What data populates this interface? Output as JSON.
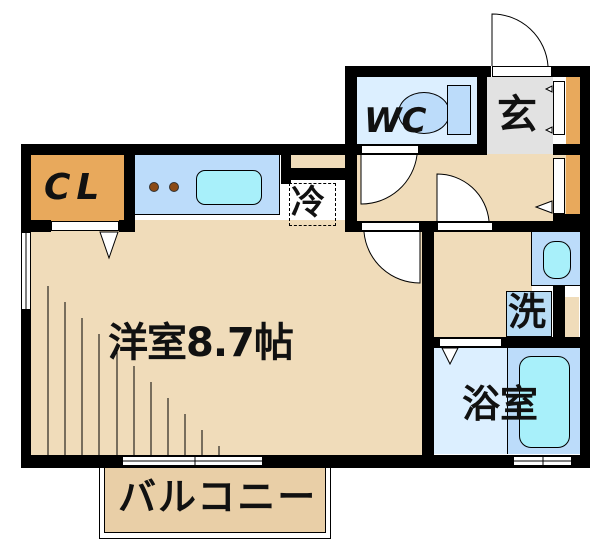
{
  "floorplan": {
    "rooms": {
      "closet": {
        "label": "CL",
        "color": "#e8a95c"
      },
      "western_room": {
        "label": "洋室8.7帖",
        "color": "#f0dcba"
      },
      "toilet": {
        "label": "WC",
        "color": "#dcefff"
      },
      "entrance": {
        "label": "玄",
        "color": "#e2e2e2"
      },
      "refrigerator": {
        "label": "冷"
      },
      "washer": {
        "label": "洗",
        "color": "#b8dcf5"
      },
      "bathroom": {
        "label": "浴室",
        "color": "#dcefff"
      },
      "balcony": {
        "label": "バルコニー",
        "color": "#e9cfa7"
      }
    },
    "colors": {
      "wall": "#000000",
      "floor": "#f0dcba",
      "kitchen": "#bcdcfa",
      "sink": "#a8f0fa",
      "storage": "#e8a95c"
    }
  }
}
